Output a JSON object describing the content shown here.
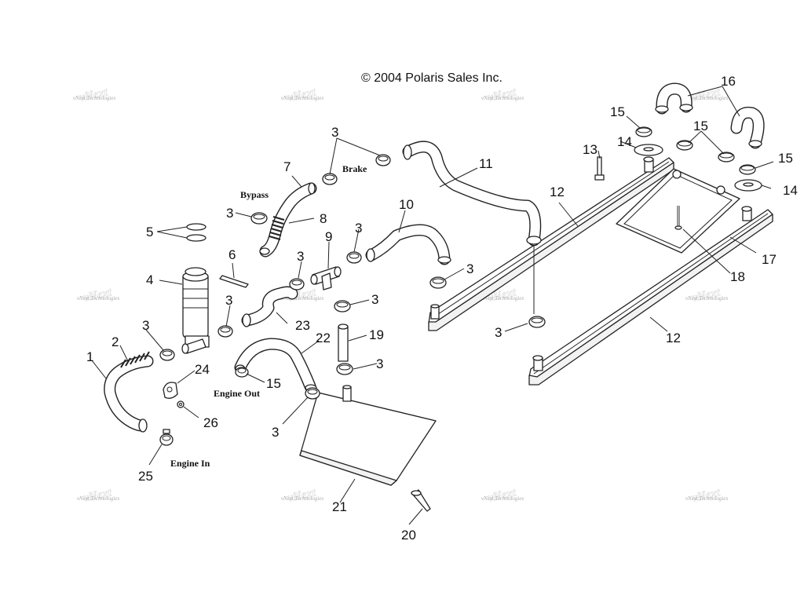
{
  "copyright": "© 2004 Polaris Sales Inc.",
  "watermark": {
    "text": "vNext Technologies",
    "color": "#aaaaaa"
  },
  "labels": {
    "bypass": "Bypass",
    "brake": "Brake",
    "engine_out": "Engine Out",
    "engine_in": "Engine In"
  },
  "callouts": {
    "c1": "1",
    "c2": "2",
    "c3": "3",
    "c4": "4",
    "c5": "5",
    "c6": "6",
    "c7": "7",
    "c8": "8",
    "c9": "9",
    "c10": "10",
    "c11": "11",
    "c12": "12",
    "c13": "13",
    "c14": "14",
    "c15": "15",
    "c16": "16",
    "c17": "17",
    "c18": "18",
    "c19": "19",
    "c20": "20",
    "c21": "21",
    "c22": "22",
    "c23": "23",
    "c24": "24",
    "c25": "25",
    "c26": "26"
  }
}
